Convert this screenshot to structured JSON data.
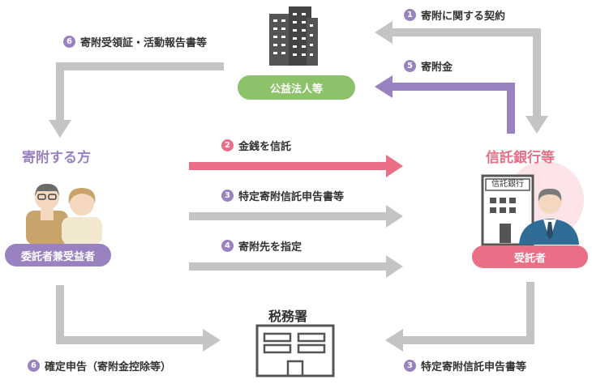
{
  "colors": {
    "purple": "#9a82c0",
    "pink": "#e96e86",
    "green": "#8cc36a",
    "gray": "#c4c4c4",
    "dark": "#555555"
  },
  "nodes": {
    "public_corp": "公益法人等",
    "donor_title": "寄附する方",
    "donor_role": "委託者兼受益者",
    "bank_title": "信託銀行等",
    "bank_role": "受託者",
    "bank_sign": "信託銀行",
    "tax_office": "税務署"
  },
  "steps": {
    "s1": {
      "num": "1",
      "label": "寄附に関する契約"
    },
    "s5": {
      "num": "5",
      "label": "寄附金"
    },
    "s6_top": {
      "num": "6",
      "label": "寄附受領証・活動報告書等"
    },
    "s2": {
      "num": "2",
      "label": "金銭を信託"
    },
    "s3": {
      "num": "3",
      "label": "特定寄附信託申告書等"
    },
    "s4": {
      "num": "4",
      "label": "寄附先を指定"
    },
    "s6_bottom": {
      "num": "6",
      "label": "確定申告（寄附金控除等）"
    },
    "s3_bottom": {
      "num": "3",
      "label": "特定寄附信託申告書等"
    }
  },
  "icons": {
    "office_building": "office-building-icon",
    "elderly_couple": "elderly-couple-icon",
    "banker": "banker-icon",
    "tax_office_building": "tax-office-building-icon"
  }
}
